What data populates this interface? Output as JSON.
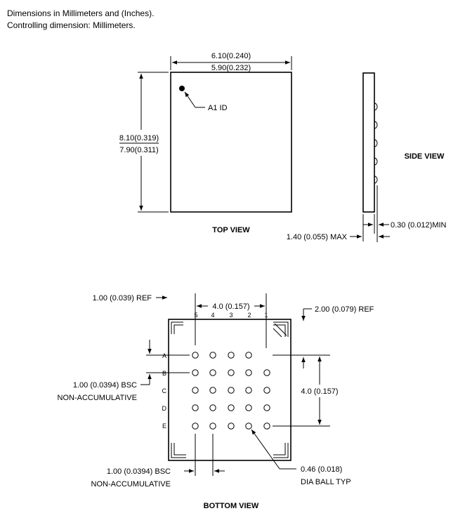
{
  "notes": {
    "line1": "Dimensions in Millimeters and (Inches).",
    "line2": "Controlling dimension: Millimeters."
  },
  "top_view": {
    "title": "TOP VIEW",
    "width_max": "6.10(0.240)",
    "width_min": "5.90(0.232)",
    "height_max": "8.10(0.319)",
    "height_min": "7.90(0.311)",
    "a1_label": "A1 ID"
  },
  "side_view": {
    "title": "SIDE VIEW",
    "height_label": "1.40 (0.055) MAX",
    "ball_label": "0.30 (0.012)MIN"
  },
  "bottom_view": {
    "title": "BOTTOM VIEW",
    "ref_left": "1.00 (0.039) REF",
    "pitch_top": "4.0 (0.157)",
    "ref_right": "2.00 (0.079) REF",
    "pitch_right": "4.0 (0.157)",
    "bsc_left_1": "1.00 (0.0394) BSC",
    "bsc_left_2": "NON-ACCUMULATIVE",
    "bsc_bottom_1": "1.00 (0.0394) BSC",
    "bsc_bottom_2": "NON-ACCUMULATIVE",
    "ball_dia_1": "0.46 (0.018)",
    "ball_dia_2": "DIA BALL TYP",
    "columns": [
      "5",
      "4",
      "3",
      "2",
      "1"
    ],
    "rows": [
      "A",
      "B",
      "C",
      "D",
      "E"
    ]
  }
}
